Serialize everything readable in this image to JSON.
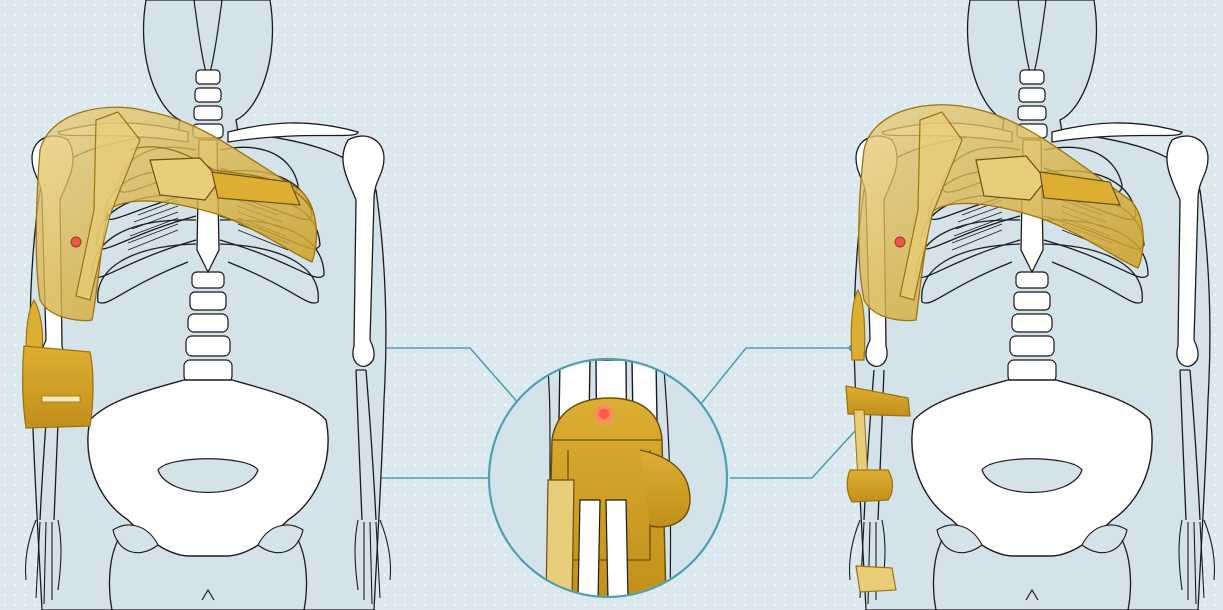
{
  "illustration": {
    "panels": [
      {
        "id": "left",
        "brace": "shoulder-upper-arm-orthosis"
      },
      {
        "id": "center",
        "detail": "hinge-close-up"
      },
      {
        "id": "right",
        "brace": "shoulder-forearm-orthosis"
      }
    ]
  },
  "colors": {
    "background": "#dbe9ee",
    "dots": "#f2f8fa",
    "body": "#d3e3e9",
    "bone": "#ffffff",
    "outline": "#1c1c1c",
    "brace": "#d4a21e",
    "brace_light": "#e8cd7a",
    "brace_dark": "#9c7412",
    "connector": "#4f9fb1",
    "marker": "#e35b43"
  }
}
